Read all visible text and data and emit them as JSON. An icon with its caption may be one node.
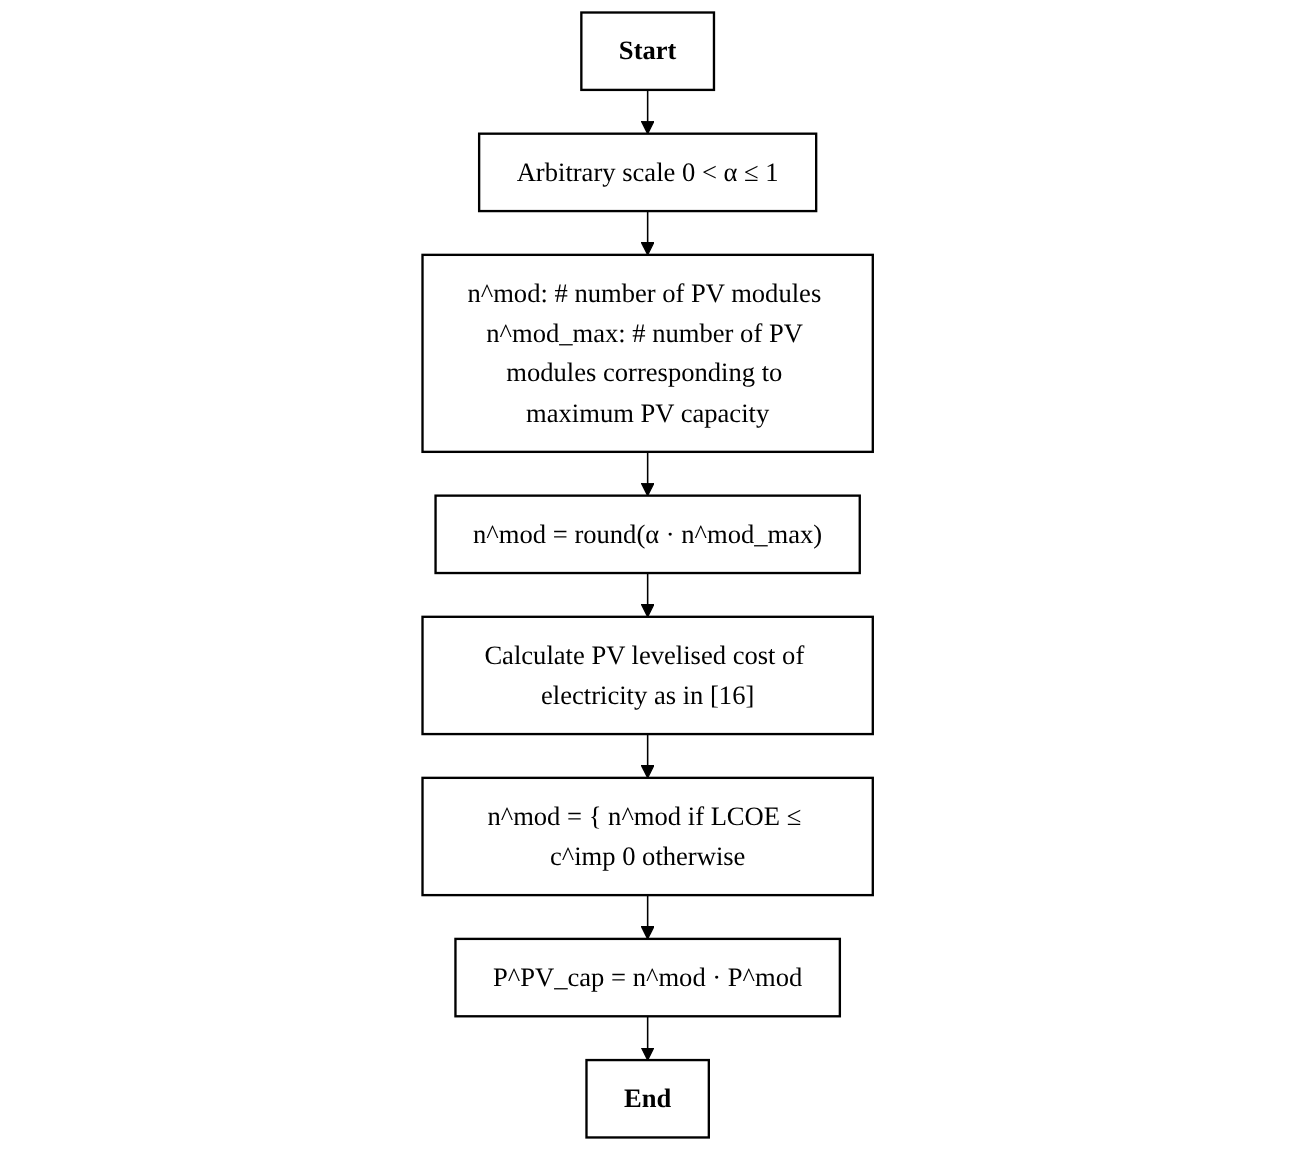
{
  "diagram": {
    "nodes": [
      {
        "text": [
          "Start"
        ]
      },
      {
        "text": [
          "Arbitrary scale 0 < α ≤ 1"
        ]
      },
      {
        "text": [
          "n^mod: # number of PV modules n^mod_max: # number of PV modules corresponding to maximum PV capacity"
        ]
      },
      {
        "text": [
          "n^mod = round(α · n^mod_max)"
        ]
      },
      {
        "text": [
          "Calculate PV levelised cost of electricity as in [16]"
        ]
      },
      {
        "text": [
          "n^mod = { n^mod if LCOE ≤ c^imp 0 otherwise"
        ]
      },
      {
        "text": [
          "P^PV_cap = n^mod · P^mod"
        ]
      },
      {
        "text": [
          "End"
        ]
      }
    ],
    "edges": [
      {
        "from": 0,
        "to": 1,
        "arrow": "to"
      },
      {
        "from": 1,
        "to": 2,
        "arrow": "to"
      },
      {
        "from": 2,
        "to": 3,
        "arrow": "to"
      },
      {
        "from": 3,
        "to": 4,
        "arrow": "to"
      },
      {
        "from": 4,
        "to": 5,
        "arrow": "to"
      },
      {
        "from": 5,
        "to": 6,
        "arrow": "to"
      },
      {
        "from": 6,
        "to": 7,
        "arrow": "to"
      }
    ]
  }
}
